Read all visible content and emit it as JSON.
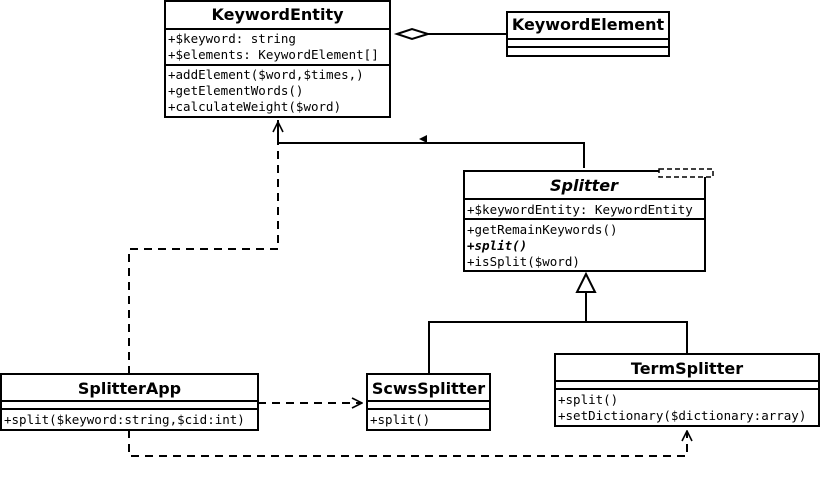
{
  "classes": {
    "keyword_entity": {
      "name": "KeywordEntity",
      "attributes": [
        "+$keyword: string",
        "+$elements: KeywordElement[]"
      ],
      "operations": [
        "+addElement($word,$times,)",
        "+getElementWords()",
        "+calculateWeight($word)"
      ]
    },
    "keyword_element": {
      "name": "KeywordElement"
    },
    "splitter": {
      "name": "Splitter",
      "attributes": [
        "+$keywordEntity: KeywordEntity"
      ],
      "operations": [
        "+getRemainKeywords()",
        "+split()",
        "+isSplit($word)"
      ]
    },
    "splitter_app": {
      "name": "SplitterApp",
      "operations": [
        "+split($keyword:string,$cid:int)"
      ]
    },
    "scws_splitter": {
      "name": "ScwsSplitter",
      "operations": [
        "+split()"
      ]
    },
    "term_splitter": {
      "name": "TermSplitter",
      "operations": [
        "+split()",
        "+setDictionary($dictionary:array)"
      ]
    }
  }
}
